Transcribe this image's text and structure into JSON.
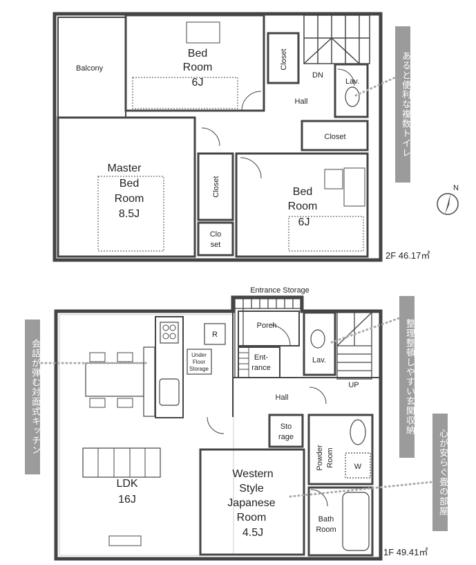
{
  "floor2": {
    "area_label": "2F 46.17㎡",
    "rooms": {
      "balcony": "Balcony",
      "bedroom1": [
        "Bed",
        "Room",
        "6J"
      ],
      "closet1": "Closet",
      "dn": "DN",
      "lav": "Lav.",
      "hall": "Hall",
      "closet2": "Closet",
      "master": [
        "Master",
        "Bed",
        "Room",
        "8.5J"
      ],
      "closet3": "Closet",
      "closet4": [
        "Clo",
        "set"
      ],
      "bedroom2": [
        "Bed",
        "Room",
        "6J"
      ]
    }
  },
  "floor1": {
    "area_label": "1F 49.41㎡",
    "rooms": {
      "entrance_storage": "Entrance Storage",
      "porch": "Porch",
      "entrance": [
        "Ent-",
        "rance"
      ],
      "lav": "Lav.",
      "underfloor": [
        "Under",
        "Floor",
        "Storage"
      ],
      "refrigerator": "R",
      "up": "UP",
      "hall": "Hall",
      "storage": [
        "Sto",
        "rage"
      ],
      "ldk": "LDK",
      "ldk_size": "16J",
      "western": [
        "Western",
        "Style",
        "Japanese",
        "Room",
        "4.5J"
      ],
      "powder": [
        "Powder",
        "Room"
      ],
      "washer": "W",
      "bath": [
        "Bath",
        "Room"
      ]
    }
  },
  "compass": "N",
  "callouts": {
    "toilets": "あると便利な複数トイレ",
    "kitchen": "会話が弾む対面式キッチン",
    "entrance_storage": "整理整頓しやすい玄関収納",
    "tatami": "心が安らぐ畳の部屋"
  },
  "colors": {
    "wall": "#444444",
    "callout_bg": "#9b9b9b"
  }
}
